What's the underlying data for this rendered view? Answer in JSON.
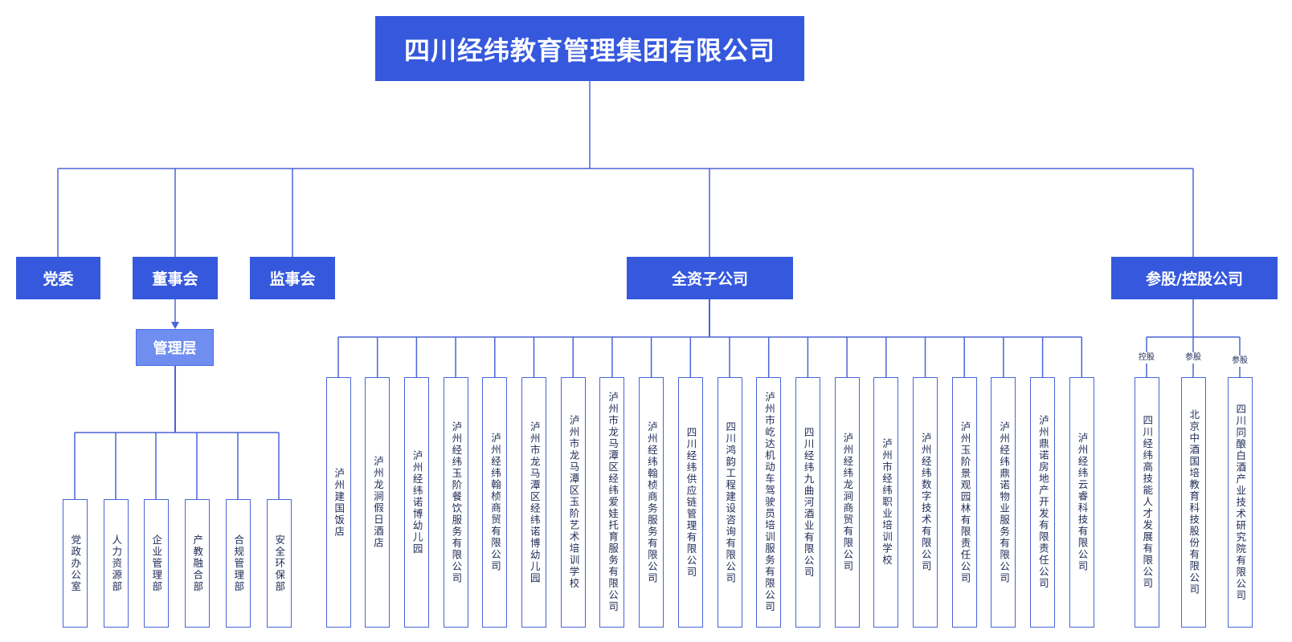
{
  "root": {
    "label": "四川经纬教育管理集团有限公司"
  },
  "level1": [
    {
      "id": "party",
      "label": "党委"
    },
    {
      "id": "board",
      "label": "董事会"
    },
    {
      "id": "supervisory",
      "label": "监事会"
    },
    {
      "id": "wholly_owned",
      "label": "全资子公司"
    },
    {
      "id": "holdings",
      "label": "参股/控股公司"
    }
  ],
  "management": {
    "label": "管理层"
  },
  "departments": [
    "党政办公室",
    "人力资源部",
    "企业管理部",
    "产教融合部",
    "合规管理部",
    "安全环保部"
  ],
  "subsidiaries": [
    "泸州建国饭店",
    "泸州龙涧假日酒店",
    "泸州经纬诺博幼儿园",
    "泸州经纬玉阶餐饮服务有限公司",
    "泸州经纬翰桢商贸有限公司",
    "泸州市龙马潭区经纬诺博幼儿园",
    "泸州市龙马潭区玉阶艺术培训学校",
    "泸州市龙马潭区经纬爱娃托育服务有限公司",
    "泸州经纬翰桢商务服务有限公司",
    "四川经纬供应链管理有限公司",
    "四川鸿韵工程建设咨询有限公司",
    "泸州市屹达机动车驾驶员培训服务有限公司",
    "四川经纬九曲河酒业有限公司",
    "泸州经纬龙涧商贸有限公司",
    "泸州市经纬职业培训学校",
    "泸州经纬数字技术有限公司",
    "泸州玉阶景观园林有限责任公司",
    "泸州经纬鼎诺物业服务有限公司",
    "泸州鼎诺房地产开发有限责任公司",
    "泸州经纬云睿科技有限公司"
  ],
  "holdings": [
    {
      "relation": "控股",
      "name": "四川经纬高技能人才发展有限公司"
    },
    {
      "relation": "参股",
      "name": "北京中酒国培教育科技股份有限公司"
    },
    {
      "relation": "参股",
      "name": "四川同酿白酒产业技术研究院有限公司"
    }
  ],
  "colors": {
    "box_fill": "#3558dd",
    "management_fill": "#6f8ef0",
    "line": "#4a64d8",
    "text_dark": "#1e2a55"
  }
}
